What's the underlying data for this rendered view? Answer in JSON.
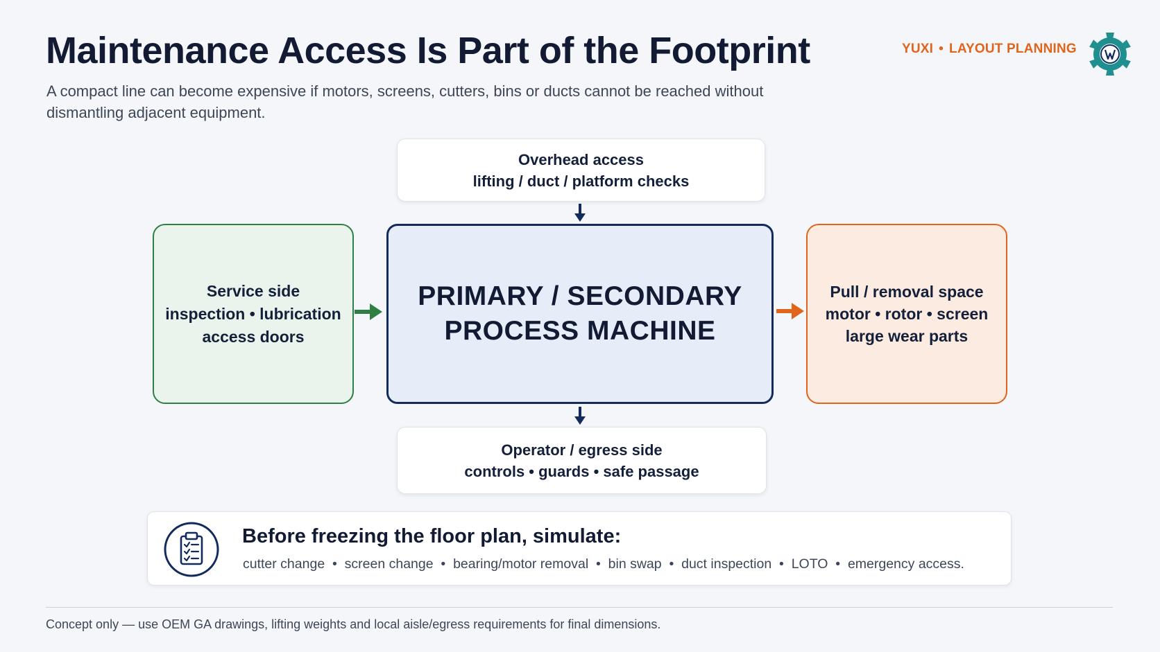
{
  "header": {
    "title": "Maintenance Access Is Part of the Footprint",
    "subtitle": "A compact line can become expensive if motors, screens, cutters, bins or ducts cannot be reached without dismantling adjacent equipment.",
    "brand_name": "YUXI",
    "brand_separator": "•",
    "brand_section": "LAYOUT PLANNING"
  },
  "diagram": {
    "top": {
      "line1": "Overhead access",
      "line2": "lifting / duct / platform checks"
    },
    "left": {
      "line1": "Service side",
      "line2": "inspection • lubrication",
      "line3": "access doors"
    },
    "center": {
      "line1": "PRIMARY / SECONDARY",
      "line2": "PROCESS MACHINE"
    },
    "right": {
      "line1": "Pull / removal space",
      "line2": "motor • rotor • screen",
      "line3": "large wear parts"
    },
    "bottom": {
      "line1": "Operator / egress side",
      "line2": "controls • guards • safe passage"
    }
  },
  "checklist": {
    "heading": "Before freezing the floor plan, simulate:",
    "items": "cutter change  •  screen change  •  bearing/motor removal  •  bin swap  •  duct inspection  •  LOTO  •  emergency access.",
    "icon": "clipboard-checklist-icon"
  },
  "footnote": "Concept only — use OEM GA drawings, lifting weights and local aisle/egress requirements for final dimensions.",
  "colors": {
    "navy": "#132a5c",
    "green": "#2f7f45",
    "orange": "#e0641c",
    "teal": "#1f8f8f",
    "background": "#f4f6f9"
  }
}
